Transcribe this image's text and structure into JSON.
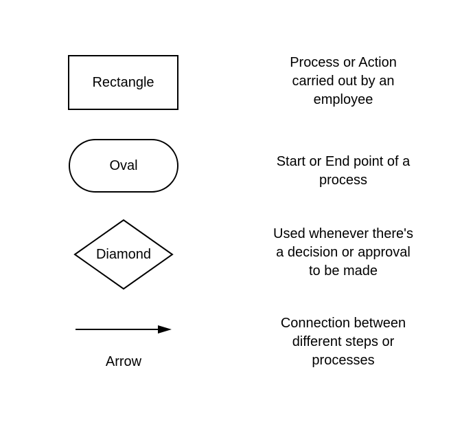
{
  "page": {
    "background_color": "#ffffff",
    "ink_color": "#000000"
  },
  "legend": {
    "rows": [
      {
        "shape": "rectangle",
        "label": "Rectangle",
        "description_lines": [
          "Process or Action",
          "carried out by an",
          "employee"
        ]
      },
      {
        "shape": "oval",
        "label": "Oval",
        "description_lines": [
          "Start or End point of a",
          "process"
        ]
      },
      {
        "shape": "diamond",
        "label": "Diamond",
        "description_lines": [
          "Used whenever there's",
          "a decision or approval",
          "to be made"
        ]
      },
      {
        "shape": "arrow",
        "label": "Arrow",
        "description_lines": [
          "Connection between",
          "different steps or",
          "processes"
        ]
      }
    ]
  }
}
